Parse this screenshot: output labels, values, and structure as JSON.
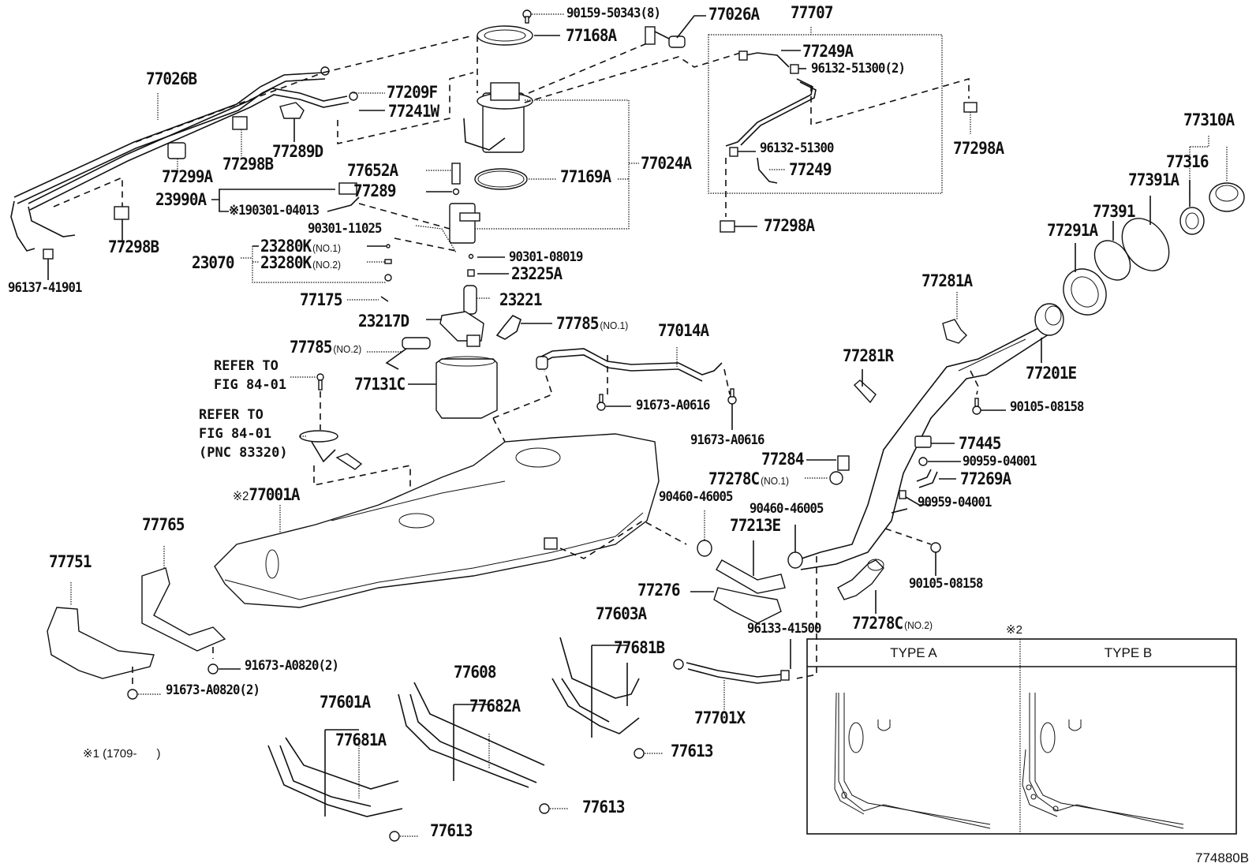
{
  "figure_id": "774880B",
  "labels": {
    "p77026B": "77026B",
    "p90159": "90159-50343(8)",
    "p77026A": "77026A",
    "p77707": "77707",
    "p77168A": "77168A",
    "p77249A": "77249A",
    "p96132_2": "96132-51300(2)",
    "p77209F": "77209F",
    "p77241W": "77241W",
    "p77298A_top": "77298A",
    "p77299A": "77299A",
    "p77298B_a": "77298B",
    "p77289D": "77289D",
    "p96132": "96132-51300",
    "p77249": "77249",
    "p77310A": "77310A",
    "p77316": "77316",
    "p77652A": "77652A",
    "p77024A": "77024A",
    "p77169A": "77169A",
    "p77289": "77289",
    "p23990A": "23990A",
    "p190301": "※190301-04013",
    "p77298B_b": "77298B",
    "p77298A_mid": "77298A",
    "p77391A": "77391A",
    "p77391": "77391",
    "p77291A": "77291A",
    "p90301_11025": "90301-11025",
    "p23280K_1": "23280K",
    "p23280K_1_sub": "(NO.1)",
    "p23070": "23070",
    "p23280K_2": "23280K",
    "p23280K_2_sub": "(NO.2)",
    "p90301_08019": "90301-08019",
    "p23225A": "23225A",
    "p96137": "96137-41901",
    "p77175": "77175",
    "p23221": "23221",
    "p77281A": "77281A",
    "p23217D": "23217D",
    "p77785_1": "77785",
    "p77785_1_sub": "(NO.1)",
    "p77014A": "77014A",
    "p77785_2": "77785",
    "p77785_2_sub": "(NO.2)",
    "p77201E": "77201E",
    "p77281R": "77281R",
    "p77131C": "77131C",
    "p91673_A0616_a": "91673-A0616",
    "p90105_08158_a": "90105-08158",
    "p91673_A0616_b": "91673-A0616",
    "p77445": "77445",
    "p77284": "77284",
    "p90959_a": "90959-04001",
    "p77278C_1": "77278C",
    "p77278C_1_sub": "(NO.1)",
    "p77269A": "77269A",
    "p77001A_prefix": "※2",
    "p77001A": "77001A",
    "p90460_a": "90460-46005",
    "p90959_b": "90959-04001",
    "p90460_b": "90460-46005",
    "p77765": "77765",
    "p77213E": "77213E",
    "p77751": "77751",
    "p90105_08158_b": "90105-08158",
    "p77276": "77276",
    "p77603A": "77603A",
    "p96133": "96133-41500",
    "p77278C_2": "77278C",
    "p77278C_2_sub": "(NO.2)",
    "p77681B": "77681B",
    "p91673_A0820_a": "91673-A0820(2)",
    "p77608": "77608",
    "p77701X": "77701X",
    "p91673_A0820_b": "91673-A0820(2)",
    "p77601A": "77601A",
    "p77682A": "77682A",
    "p77681A": "77681A",
    "p77613_a": "77613",
    "p77613_b": "77613",
    "p77613_c": "77613"
  },
  "references": {
    "refer1": "REFER TO\nFIG 84-01",
    "refer2": "REFER TO\nFIG 84-01\n(PNC 83320)"
  },
  "notes": {
    "note1": "※1 (1709-      )",
    "inset_mark": "※2"
  },
  "inset": {
    "type_a": "TYPE A",
    "type_b": "TYPE B"
  }
}
